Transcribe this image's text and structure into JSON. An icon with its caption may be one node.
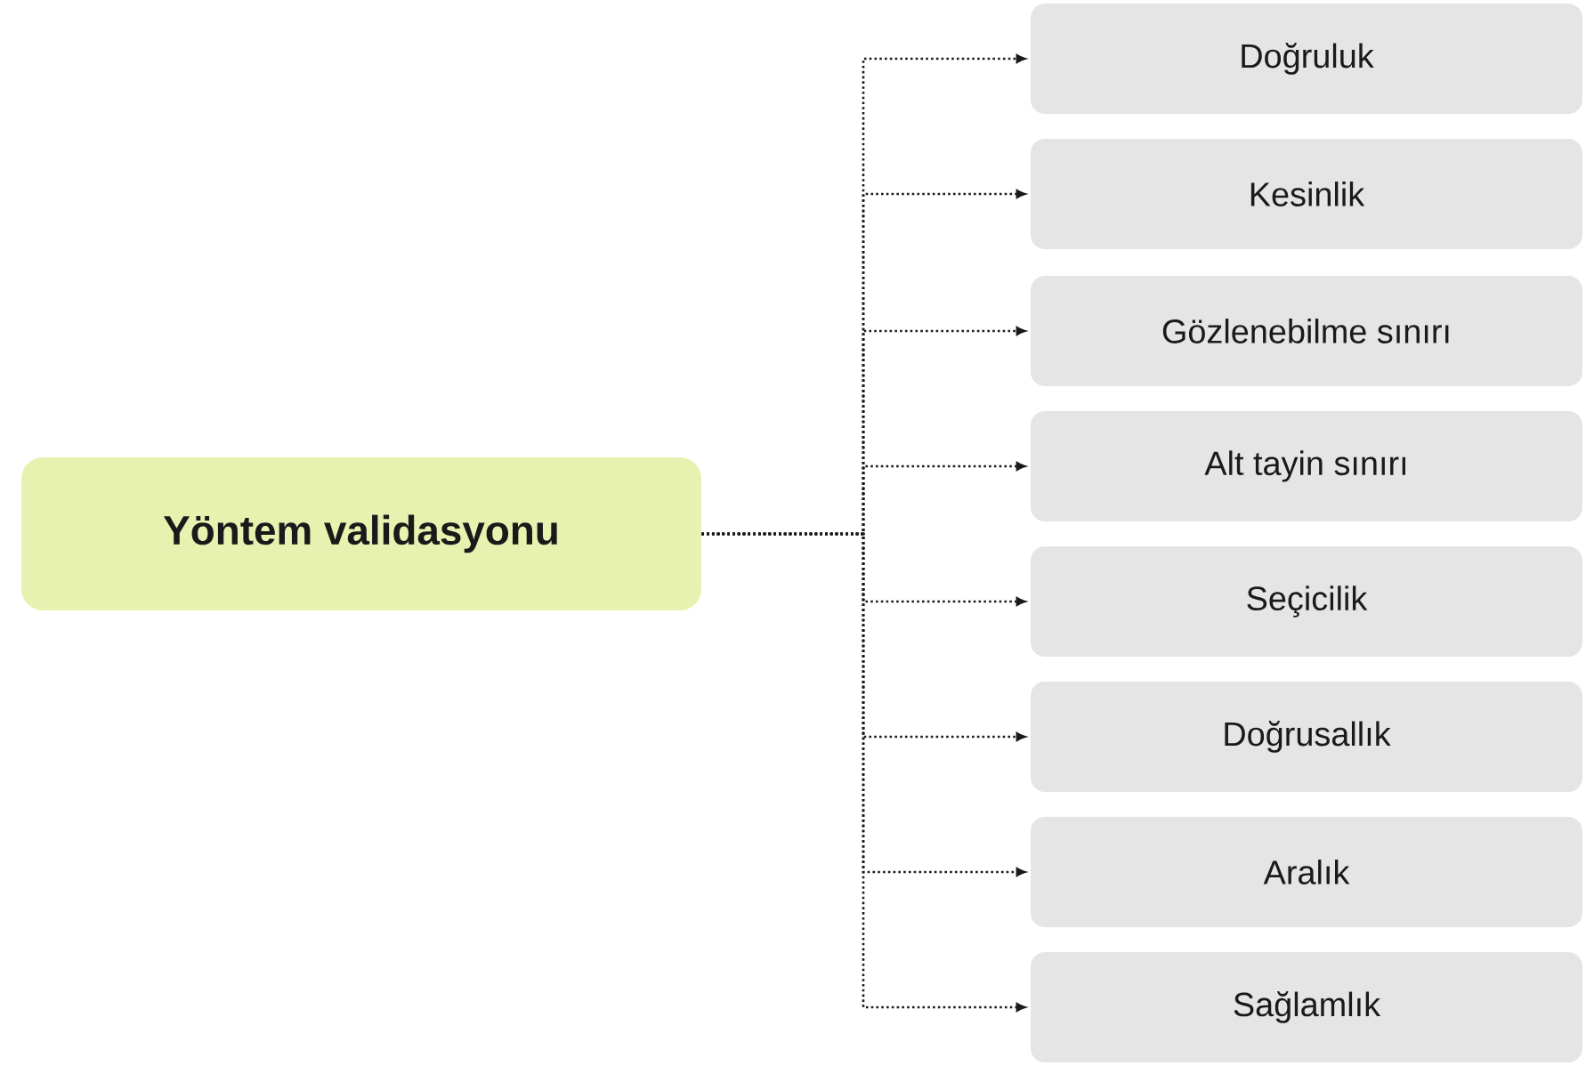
{
  "diagram": {
    "nodes": [
      {
        "text": [
          "Yöntem validasyonu"
        ]
      },
      {
        "text": [
          "Doğruluk"
        ]
      },
      {
        "text": [
          "Kesinlik"
        ]
      },
      {
        "text": [
          "Gözlenebilme sınırı"
        ]
      },
      {
        "text": [
          "Alt tayin sınırı"
        ]
      },
      {
        "text": [
          "Seçicilik"
        ]
      },
      {
        "text": [
          "Doğrusallık"
        ]
      },
      {
        "text": [
          "Aralık"
        ]
      },
      {
        "text": [
          "Sağlamlık"
        ]
      }
    ],
    "edges": [
      {
        "from": 0,
        "to": 1,
        "arrow": "to"
      },
      {
        "from": 0,
        "to": 2,
        "arrow": "to"
      },
      {
        "from": 0,
        "to": 3,
        "arrow": "to"
      },
      {
        "from": 0,
        "to": 4,
        "arrow": "to"
      },
      {
        "from": 0,
        "to": 5,
        "arrow": "to"
      },
      {
        "from": 0,
        "to": 6,
        "arrow": "to"
      },
      {
        "from": 0,
        "to": 7,
        "arrow": "to"
      },
      {
        "from": 0,
        "to": 8,
        "arrow": "to"
      }
    ]
  }
}
